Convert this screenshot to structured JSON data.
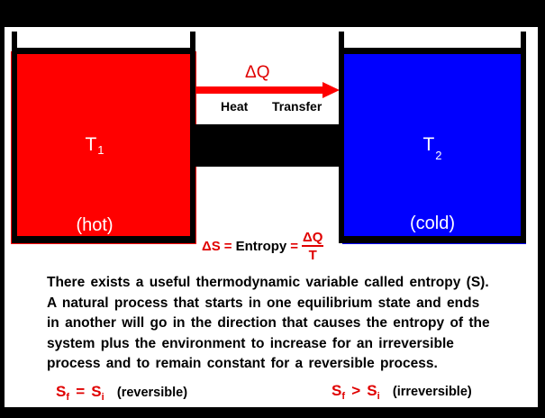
{
  "diagram": {
    "hot_reservoir": {
      "temperature_label": "T",
      "temperature_subscript": "1",
      "state_label": "(hot)",
      "color": "#ff0000"
    },
    "cold_reservoir": {
      "temperature_label": "T",
      "temperature_subscript": "2",
      "state_label": "(cold)",
      "color": "#0000ff"
    },
    "heat_flow": {
      "symbol": "ΔQ",
      "label": "Heat   Transfer",
      "arrow_color": "#ff0000"
    },
    "entropy_formula": {
      "lhs": "ΔS",
      "eq1": "=",
      "name": "Entropy",
      "eq2": "=",
      "numerator": "ΔQ",
      "denominator": "T"
    },
    "description_lines": [
      "There exists a useful thermodynamic variable called entropy (S).",
      "A natural process that starts in one equilibrium state and ends",
      "in another will go in the direction that causes the entropy of the",
      "system plus the environment to increase for an irreversible",
      "process and to remain constant for a reversible process."
    ],
    "reversible": {
      "s": "S",
      "sub_f": "f",
      "op": "=",
      "sub_i": "i",
      "note": "(reversible)"
    },
    "irreversible": {
      "s": "S",
      "sub_f": "f",
      "op": ">",
      "sub_i": "i",
      "note": "(irreversible)"
    }
  }
}
